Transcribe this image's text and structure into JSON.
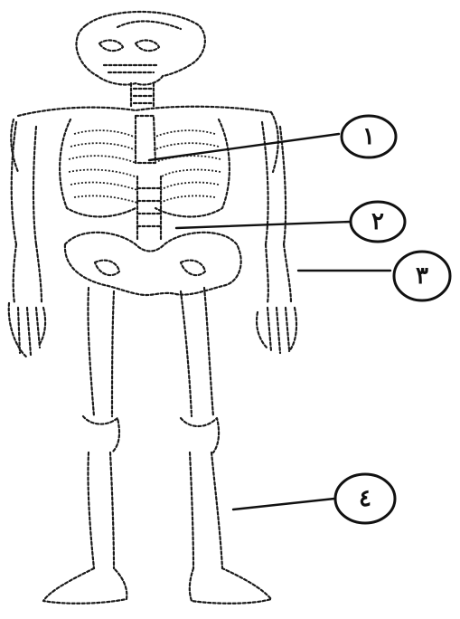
{
  "diagram": {
    "callouts": [
      {
        "id": 1,
        "label": "١"
      },
      {
        "id": 2,
        "label": "٢"
      },
      {
        "id": 3,
        "label": "٣"
      },
      {
        "id": 4,
        "label": "٤"
      }
    ]
  }
}
